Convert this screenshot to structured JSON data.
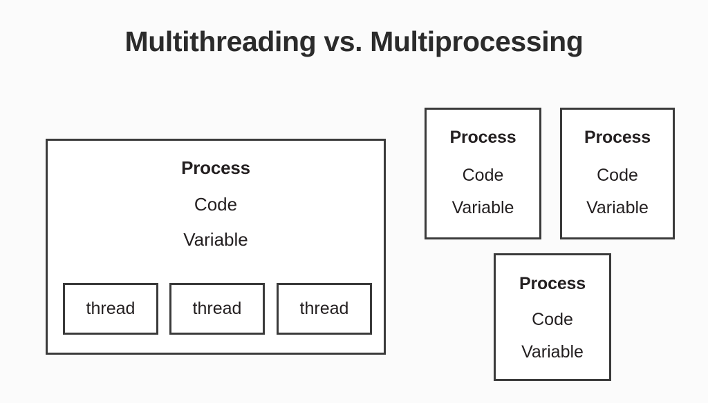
{
  "title": "Multithreading vs. Multiprocessing",
  "colors": {
    "background": "#fbfbfb",
    "box_fill": "#ffffff",
    "box_border": "#3a3a3a",
    "text": "#231f20",
    "title_text": "#2b2b2b"
  },
  "multithreading": {
    "process": {
      "heading": "Process",
      "line_1": "Code",
      "line_2": "Variable",
      "threads": [
        {
          "label": "thread"
        },
        {
          "label": "thread"
        },
        {
          "label": "thread"
        }
      ]
    }
  },
  "multiprocessing": {
    "processes": [
      {
        "heading": "Process",
        "line_1": "Code",
        "line_2": "Variable"
      },
      {
        "heading": "Process",
        "line_1": "Code",
        "line_2": "Variable"
      },
      {
        "heading": "Process",
        "line_1": "Code",
        "line_2": "Variable"
      }
    ]
  }
}
